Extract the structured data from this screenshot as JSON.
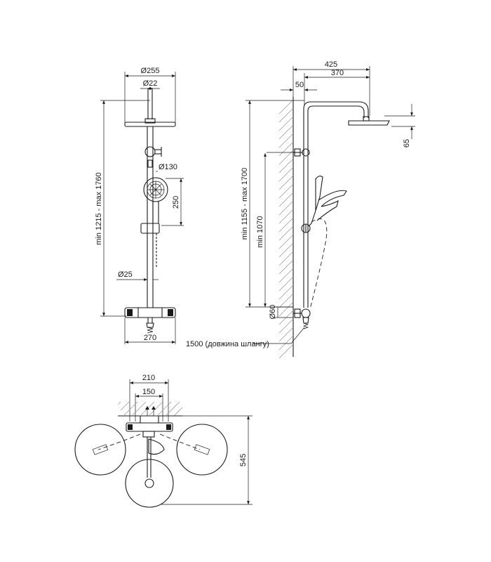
{
  "front_view": {
    "head_diameter": "Ø255",
    "pipe_diameter": "Ø22",
    "hand_shower_diameter": "Ø130",
    "hand_shower_height": "250",
    "bar_height": "min 1215 - max 1760",
    "bar_diameter": "Ø25",
    "mixer_width": "270"
  },
  "side_view": {
    "arm_reach": "425",
    "head_offset": "370",
    "wall_offset": "50",
    "head_height": "65",
    "total_height": "min 1155 - max 1700",
    "holder_height": "min 1070",
    "connector_diameter": "Ø60",
    "hose_note": "1500 (довжина шлангу)"
  },
  "top_view": {
    "connection_span": "210",
    "connection_centers": "150",
    "depth": "545"
  }
}
